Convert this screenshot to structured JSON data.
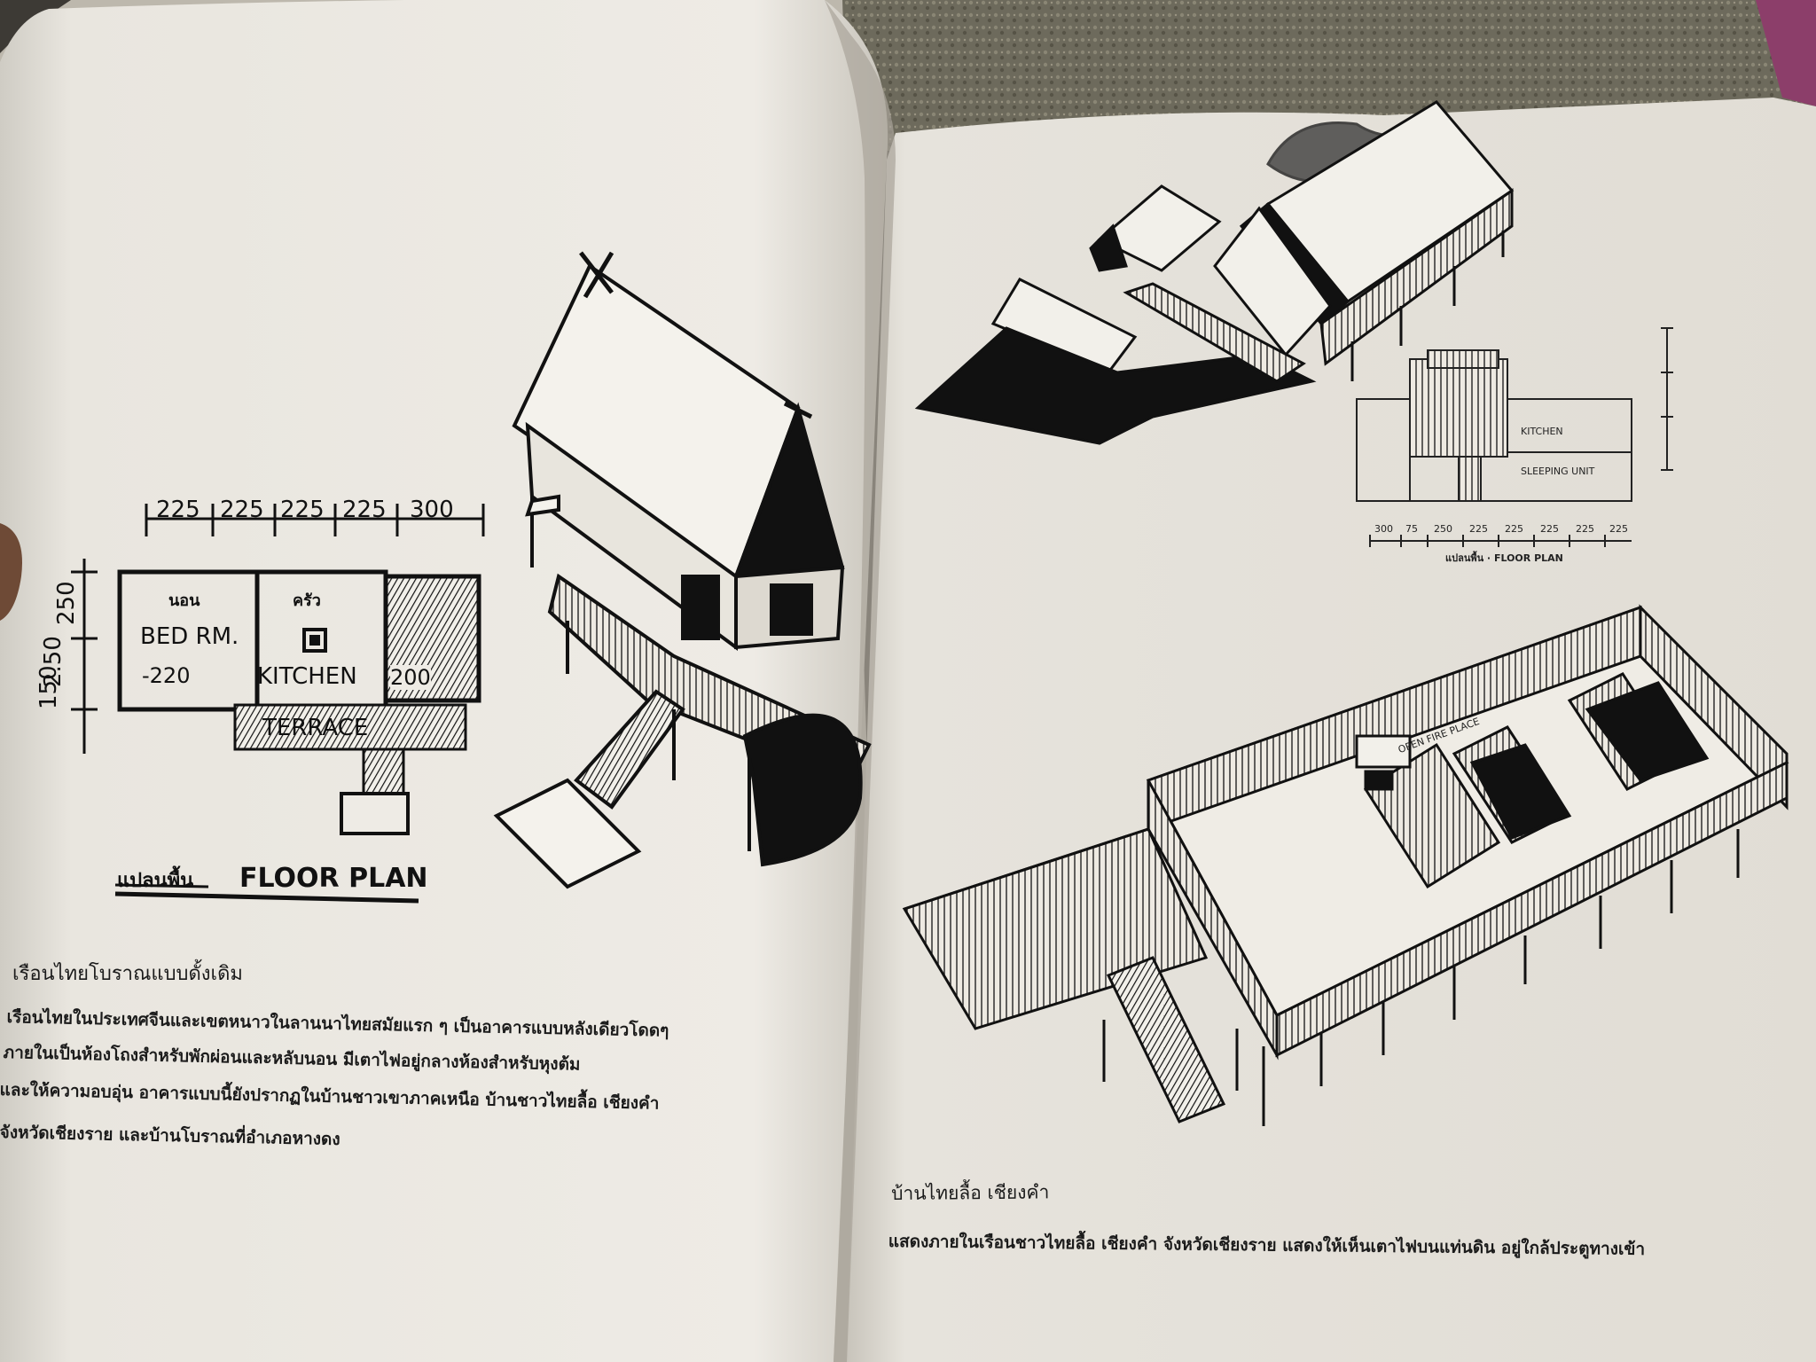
{
  "left_page": {
    "dimensions_top": [
      "225",
      "225",
      "225",
      "225",
      "300"
    ],
    "dimensions_side": [
      "150",
      "2.50",
      "250"
    ],
    "rooms": {
      "bedroom_thai": "นอน",
      "bedroom": "BED RM.",
      "bedroom_size": "-220",
      "kitchen_thai": "ครัว",
      "kitchen": "KITCHEN",
      "kitchen_size": "200",
      "terrace": "TERRACE"
    },
    "plan_caption_thai": "แปลนพื้น",
    "plan_caption": "FLOOR PLAN",
    "heading": "เรือนไทยโบราณแบบดั้งเดิม",
    "body_lines": [
      "เรือนไทยในประเทศจีนและเขตหนาวในลานนาไทยสมัยแรก ๆ      เป็นอาคารแบบหลังเดียวโดดๆ",
      "ภายในเป็นห้องโถงสำหรับพักผ่อนและหลับนอน    มีเตาไฟอยู่กลางห้องสำหรับหุงต้ม",
      "และให้ความอบอุ่น  อาคารแบบนี้ยังปรากฏในบ้านชาวเขาภาคเหนือ  บ้านชาวไทยลื้อ เชียงคำ",
      "จังหวัดเชียงราย  และบ้านโบราณที่อำเภอหางดง"
    ]
  },
  "right_page": {
    "plan_labels": {
      "kitchen": "KITCHEN",
      "sleeping": "SLEEPING UNIT",
      "caption": "แปลนพื้น · FLOOR PLAN"
    },
    "plan_dims": [
      "300",
      "75",
      "250",
      "225",
      "225",
      "225",
      "225",
      "225"
    ],
    "interior_label": "OPEN FIRE PLACE",
    "heading": "บ้านไทยลื้อ  เชียงคำ",
    "body_line": "แสดงภายในเรือนชาวไทยลื้อ  เชียงคำ  จังหวัดเชียงราย  แสดงให้เห็นเตาไฟบนแท่นดิน  อยู่ใกล้ประตูทางเข้า"
  }
}
